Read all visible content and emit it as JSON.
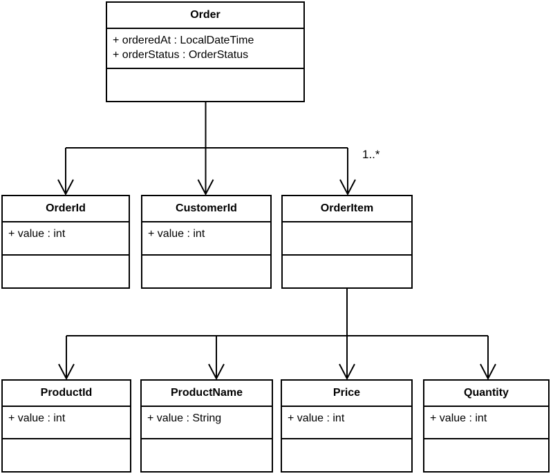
{
  "diagram": {
    "type": "uml-class-diagram",
    "colors": {
      "background": "#ffffff",
      "line": "#000000",
      "text": "#000000"
    },
    "multiplicity_label": "1..*",
    "classes": [
      {
        "id": "order",
        "name": "Order",
        "attributes": [
          "+ orderedAt : LocalDateTime",
          "+ orderStatus : OrderStatus"
        ],
        "methods": []
      },
      {
        "id": "order-id",
        "name": "OrderId",
        "attributes": [
          "+ value : int"
        ],
        "methods": []
      },
      {
        "id": "customer-id",
        "name": "CustomerId",
        "attributes": [
          "+ value : int"
        ],
        "methods": []
      },
      {
        "id": "order-item",
        "name": "OrderItem",
        "attributes": [],
        "methods": []
      },
      {
        "id": "product-id",
        "name": "ProductId",
        "attributes": [
          "+ value : int"
        ],
        "methods": []
      },
      {
        "id": "product-name",
        "name": "ProductName",
        "attributes": [
          "+ value : String"
        ],
        "methods": []
      },
      {
        "id": "price",
        "name": "Price",
        "attributes": [
          "+ value : int"
        ],
        "methods": []
      },
      {
        "id": "quantity",
        "name": "Quantity",
        "attributes": [
          "+ value : int"
        ],
        "methods": []
      }
    ],
    "relations": [
      {
        "from": "Order",
        "to": "OrderId"
      },
      {
        "from": "Order",
        "to": "CustomerId"
      },
      {
        "from": "Order",
        "to": "OrderItem",
        "multiplicity": "1..*"
      },
      {
        "from": "OrderItem",
        "to": "ProductId"
      },
      {
        "from": "OrderItem",
        "to": "ProductName"
      },
      {
        "from": "OrderItem",
        "to": "Price"
      },
      {
        "from": "OrderItem",
        "to": "Quantity"
      }
    ]
  }
}
